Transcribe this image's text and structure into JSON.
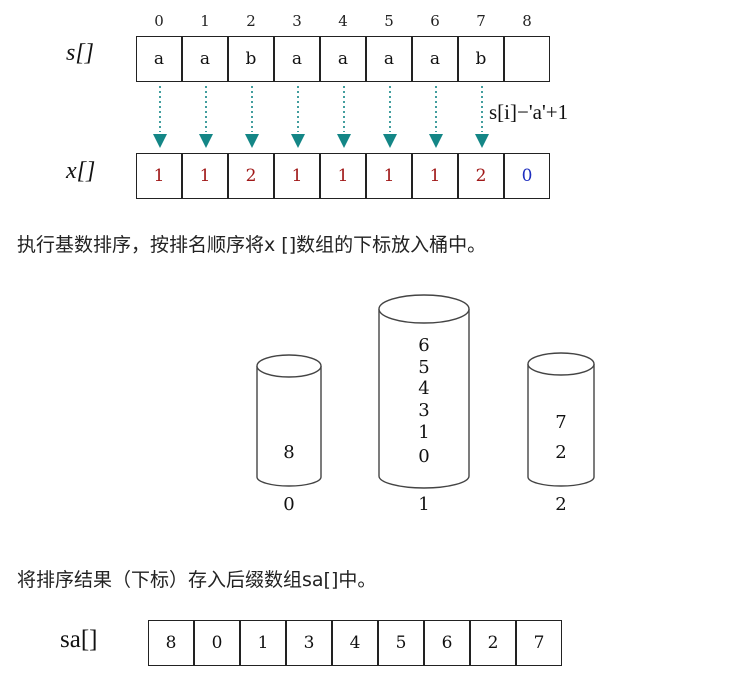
{
  "section1": {
    "indices": [
      "0",
      "1",
      "2",
      "3",
      "4",
      "5",
      "6",
      "7",
      "8"
    ],
    "s_label": "s[]",
    "s_values": [
      "a",
      "a",
      "b",
      "a",
      "a",
      "a",
      "a",
      "b",
      ""
    ],
    "formula": "s[i]−'a'+1",
    "x_label": "x[]",
    "x_values": [
      "1",
      "1",
      "2",
      "1",
      "1",
      "1",
      "1",
      "2",
      "0"
    ],
    "colors": {
      "x_value": "#a01818",
      "x_zero": "#1f2fbf",
      "arrow": "#148686"
    }
  },
  "caption1": "执行基数排序，按排名顺序将x []数组的下标放入桶中。",
  "buckets": [
    {
      "label": "0",
      "items": [
        "8"
      ]
    },
    {
      "label": "1",
      "items": [
        "6",
        "5",
        "4",
        "3",
        "1",
        "0"
      ]
    },
    {
      "label": "2",
      "items": [
        "7",
        "2"
      ]
    }
  ],
  "caption2": "将排序结果（下标）存入后缀数组sa[]中。",
  "sa": {
    "label": "sa[]",
    "values": [
      "8",
      "0",
      "1",
      "3",
      "4",
      "5",
      "6",
      "2",
      "7"
    ]
  }
}
